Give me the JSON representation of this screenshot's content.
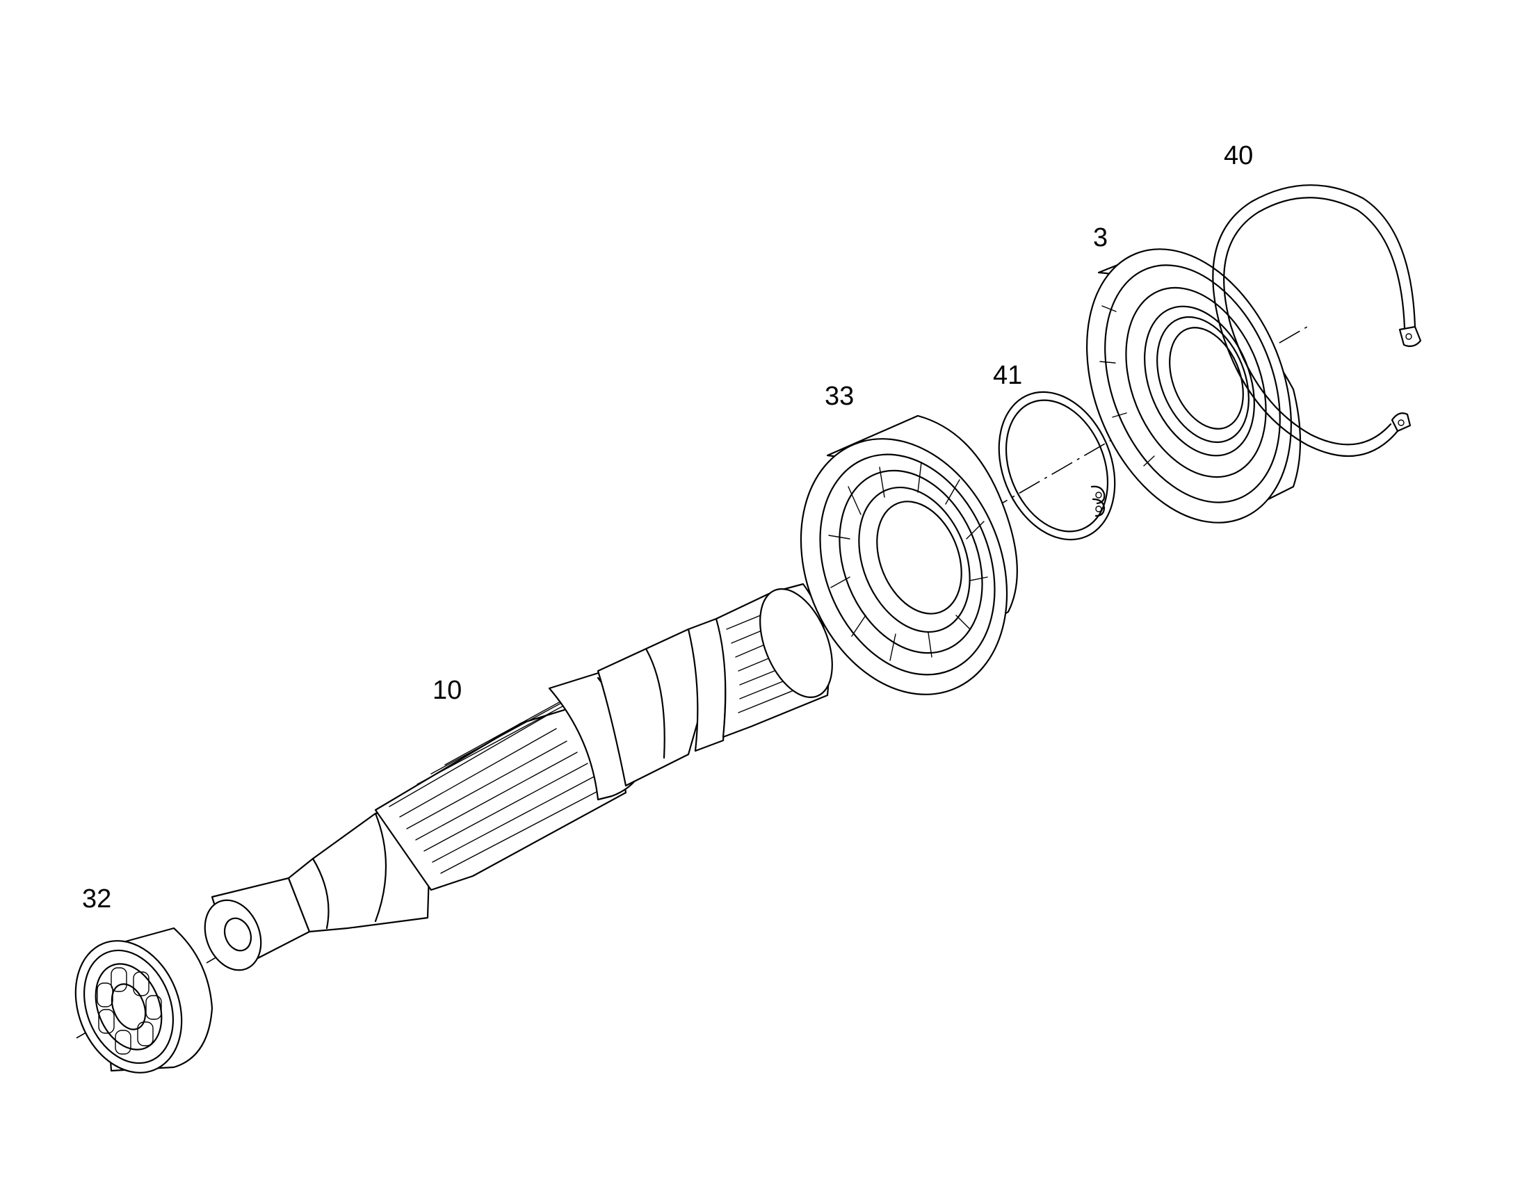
{
  "callouts": {
    "p40": "40",
    "p3": "3",
    "p41": "41",
    "p33": "33",
    "p10": "10",
    "p32": "32"
  }
}
